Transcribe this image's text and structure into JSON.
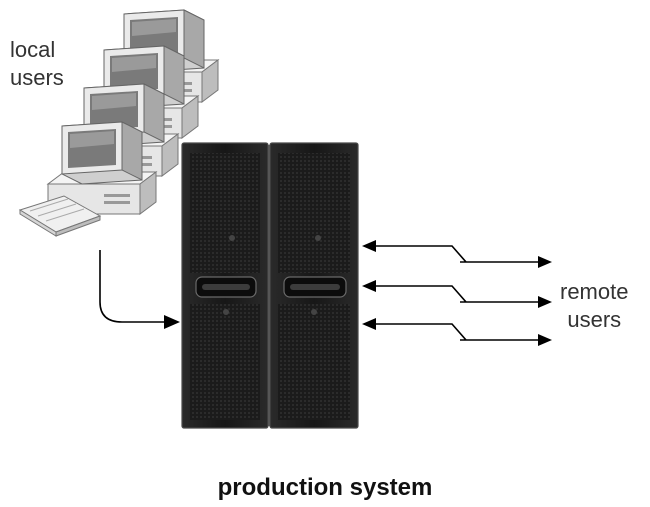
{
  "labels": {
    "local_line1": "local",
    "local_line2": "users",
    "remote_line1": "remote",
    "remote_line2": "users",
    "caption": "production system"
  },
  "icons": {
    "workstations": "desktop-computer-icon",
    "server": "server-rack-icon"
  },
  "counts": {
    "local_workstations": 4,
    "remote_links": 3
  },
  "colors": {
    "text": "#333333",
    "caption": "#111111",
    "connector": "#000000",
    "server_body": "#1e1e1e"
  }
}
